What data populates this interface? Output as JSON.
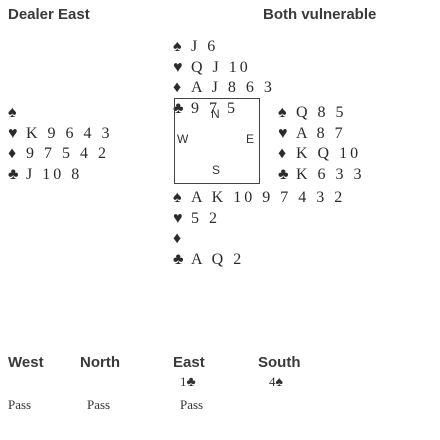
{
  "deal": {
    "dealer_label": "Dealer East",
    "vulnerability_label": "Both vulnerable"
  },
  "hands": {
    "north": {
      "spades": "J 6",
      "hearts": "Q J 10",
      "diamonds": "A J 8 6 3",
      "clubs": "9 7 5"
    },
    "west": {
      "spades": "",
      "hearts": "K 9 6 4 3",
      "diamonds": "9 7 5 4 2",
      "clubs": "J 10 8"
    },
    "east": {
      "spades": "Q 8 5",
      "hearts": "A 8 7",
      "diamonds": "K Q 10",
      "clubs": "K 6 3 3"
    },
    "south": {
      "spades": "A K 10 9 7 4 3 2",
      "hearts": "5 2",
      "diamonds": "",
      "clubs": "A Q 2"
    }
  },
  "compass": {
    "n": "N",
    "w": "W",
    "e": "E",
    "s": "S"
  },
  "auction": {
    "headers": [
      "West",
      "North",
      "East",
      "South"
    ],
    "row1": [
      "",
      "",
      "1",
      "4"
    ],
    "row2": [
      "Pass",
      "Pass",
      "Pass",
      ""
    ]
  },
  "symbols": {
    "spade": "♠",
    "heart": "♥",
    "diamond": "♦",
    "club": "♣"
  }
}
